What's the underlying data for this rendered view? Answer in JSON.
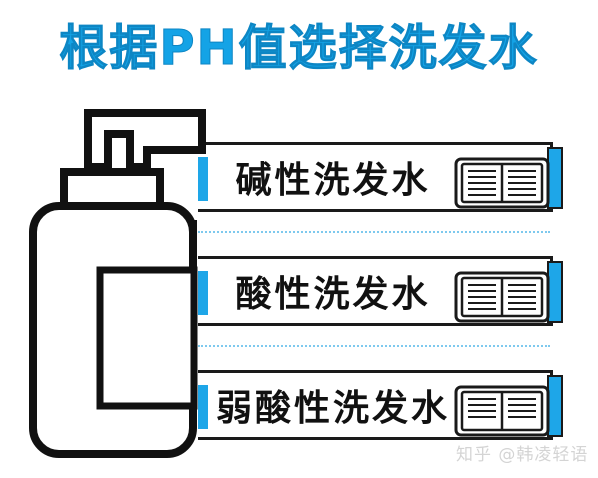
{
  "title": "根据PH值选择洗发水",
  "cards": [
    {
      "label": "碱性洗发水"
    },
    {
      "label": "酸性洗发水"
    },
    {
      "label": "弱酸性洗发水"
    }
  ],
  "watermark": "知乎 @韩凌轻语",
  "colors": {
    "accent": "#14a3e6",
    "outline": "#1a1a1a",
    "divider": "#7ec9ee"
  },
  "icons": [
    "bottle-icon",
    "book-icon"
  ]
}
